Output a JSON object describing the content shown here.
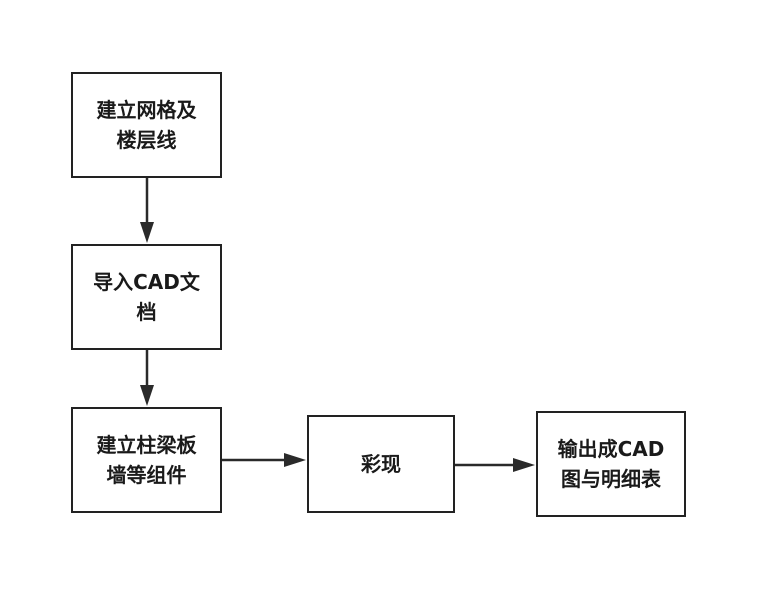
{
  "diagram": {
    "nodes": [
      {
        "id": "n1",
        "label": "建立网格及\n楼层线"
      },
      {
        "id": "n2",
        "label": "导入CAD文\n档"
      },
      {
        "id": "n3",
        "label": "建立柱梁板\n墙等组件"
      },
      {
        "id": "n4",
        "label": "彩现"
      },
      {
        "id": "n5",
        "label": "输出成CAD\n图与明细表"
      }
    ],
    "edges": [
      {
        "from": "n1",
        "to": "n2"
      },
      {
        "from": "n2",
        "to": "n3"
      },
      {
        "from": "n3",
        "to": "n4"
      },
      {
        "from": "n4",
        "to": "n5"
      }
    ],
    "colors": {
      "border": "#222222",
      "arrow": "#2a2a2a",
      "text": "#1a1a1a"
    }
  }
}
